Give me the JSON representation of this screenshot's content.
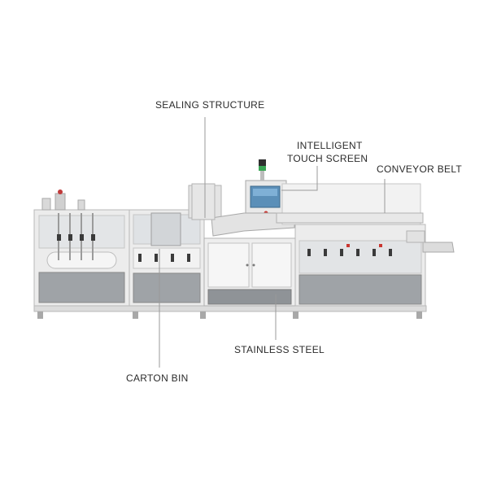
{
  "callouts": {
    "sealing_structure": "SEALING STRUCTURE",
    "touch_screen_line1": "INTELLIGENT",
    "touch_screen_line2": "TOUCH SCREEN",
    "conveyor_belt": "CONVEYOR BELT",
    "stainless_steel": "STAINLESS STEEL",
    "carton_bin": "CARTON BIN"
  },
  "colors": {
    "frame": "#e8e8e8",
    "frame_edge": "#b9b9b9",
    "panel_glass": "#d6d9dc",
    "dark_base": "#8f9397",
    "screen": "#5b8fb8",
    "leader_line": "#9a9a9a",
    "signal_green": "#3aa655",
    "signal_dark": "#2f2f2f"
  }
}
